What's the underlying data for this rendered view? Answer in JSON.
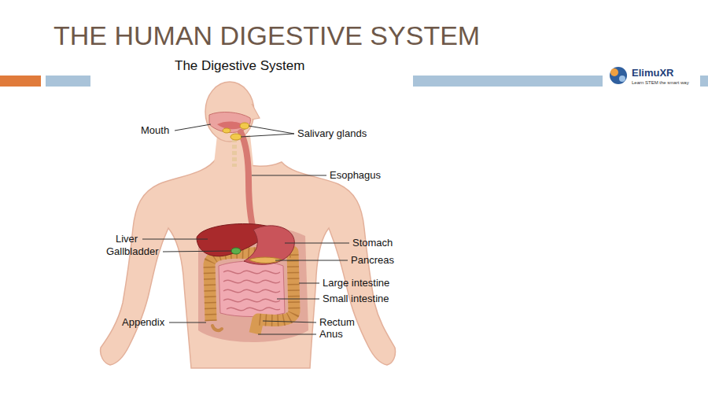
{
  "diagram": {
    "title": "THE HUMAN DIGESTIVE SYSTEM",
    "labels": [
      "The Digestive System",
      "Mouth",
      "Salivary glands",
      "Esophagus",
      "Liver",
      "Gallbladder",
      "Stomach",
      "Pancreas",
      "Large intestine",
      "Small intestine",
      "Appendix",
      "Rectum",
      "Anus",
      "ElimuXR",
      "Learn STEM the smart way"
    ]
  }
}
